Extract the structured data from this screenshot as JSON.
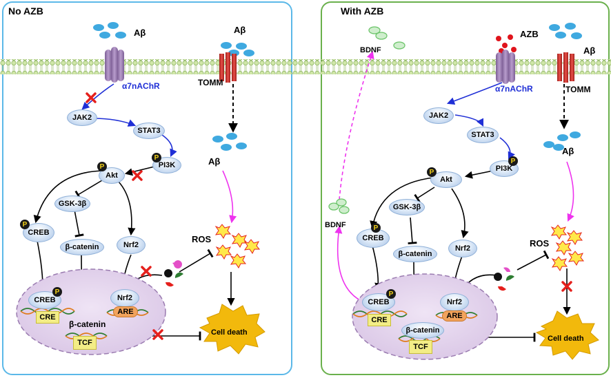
{
  "panels": {
    "left_title": "No AZB",
    "right_title": "With  AZB"
  },
  "labels": {
    "abeta": "Aβ",
    "receptor": "α7nAChR",
    "tomm": "TOMM",
    "azb": "AZB",
    "bdnf": "BDNF",
    "ros": "ROS",
    "cell_death": "Cell death",
    "jak2": "JAK2",
    "stat3": "STAT3",
    "pi3k": "PI3K",
    "akt": "Akt",
    "gsk3b": "GSK-3β",
    "creb": "CREB",
    "nrf2": "Nrf2",
    "bcatenin": "β-catenin",
    "cre": "CRE",
    "are": "ARE",
    "tcf": "TCF",
    "p": "P"
  },
  "colors": {
    "left_border": "#5bb8e8",
    "right_border": "#6ab04c",
    "abeta": "#3fa9e0",
    "azb": "#e0141c",
    "receptor": "#9a7bb0",
    "tomm": "#c9302c",
    "activation_arrow": "#1f2fd6",
    "ros_path": "#ee33ee",
    "inhibition_x": "#e5201c",
    "nucleus": "#e6d8ef",
    "cell_death": "#f2b90c"
  }
}
